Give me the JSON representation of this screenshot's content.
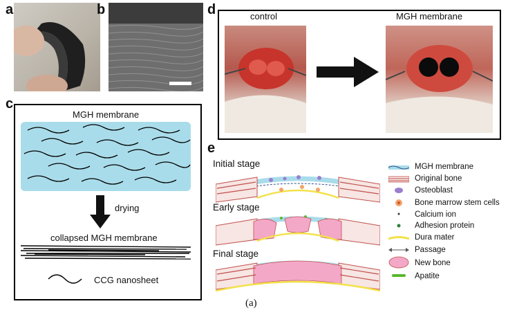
{
  "panels": {
    "a": "a",
    "b": "b",
    "c": "c",
    "d": "d",
    "e": "e"
  },
  "panel_c": {
    "title": "MGH membrane",
    "arrow_label": "drying",
    "collapsed_label": "collapsed MGH membrane",
    "legend_label": "CCG nanosheet"
  },
  "panel_d": {
    "left_label": "control",
    "right_label": "MGH membrane"
  },
  "panel_e": {
    "stages": [
      "Initial stage",
      "Early stage",
      "Final stage"
    ],
    "legend": [
      {
        "icon": "mgh-membrane-icon",
        "label": "MGH membrane"
      },
      {
        "icon": "original-bone-icon",
        "label": "Original bone"
      },
      {
        "icon": "osteoblast-icon",
        "label": "Osteoblast"
      },
      {
        "icon": "stem-cell-icon",
        "label": "Bone marrow stem cells"
      },
      {
        "icon": "calcium-ion-icon",
        "label": "Calcium ion"
      },
      {
        "icon": "adhesion-protein-icon",
        "label": "Adhesion protein"
      },
      {
        "icon": "dura-mater-icon",
        "label": "Dura mater"
      },
      {
        "icon": "passage-icon",
        "label": "Passage"
      },
      {
        "icon": "new-bone-icon",
        "label": "New bone"
      },
      {
        "icon": "apatite-icon",
        "label": "Apatite"
      }
    ]
  },
  "caption": "(a)",
  "colors": {
    "membrane": "#a9dcea",
    "bone_stripe": "#c0504d",
    "new_bone": "#f3a8c8",
    "dura": "#f3e14a",
    "apatite": "#58b82e"
  }
}
